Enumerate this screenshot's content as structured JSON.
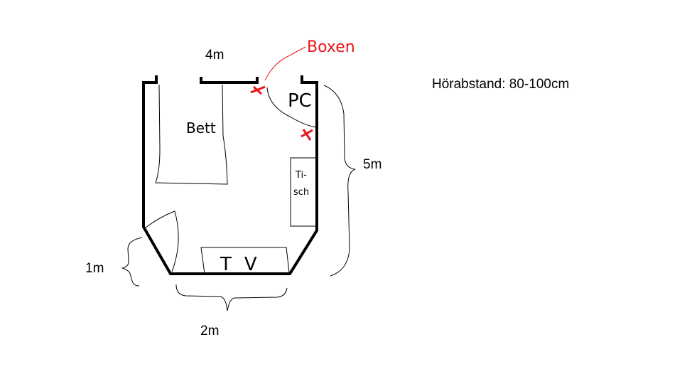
{
  "dimensions": {
    "top_width": "4m",
    "right_length": "5m",
    "diagonal_length": "1m",
    "bottom_width": "2m"
  },
  "note": "Hörabstand: 80-100cm",
  "furniture": {
    "bed": "Bett",
    "pc": "PC",
    "desk_line1": "Ti-",
    "desk_line2": "sch",
    "tv": "TV"
  },
  "speakers_label": "Boxen",
  "colors": {
    "walls": "#000000",
    "speakers": "#e8141c"
  }
}
